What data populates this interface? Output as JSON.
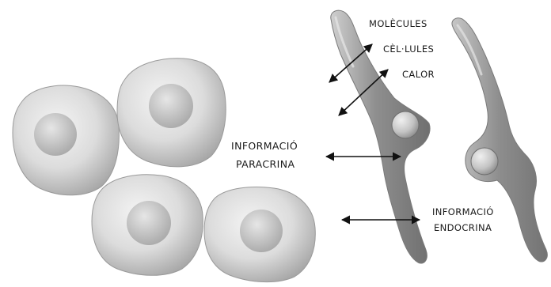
{
  "labels": {
    "molecules": "MOLÈCULES",
    "cells": "CÈL·LULES",
    "heat": "CALOR",
    "paracrine": {
      "line1": "INFORMACIÓ",
      "line2": "PARACRINA"
    },
    "endocrine": {
      "line1": "INFORMACIÓ",
      "line2": "ENDOCRINA"
    }
  },
  "colors": {
    "round_cell_outer": "#f2f2f2",
    "round_cell_inner": "#a9a9a9",
    "nucleus": "#b9b9b9",
    "elongated_cell": "#8e8e8e",
    "elongated_highlight": "#c9c9c9",
    "arrow": "#111111",
    "text": "#1a1a1a"
  }
}
